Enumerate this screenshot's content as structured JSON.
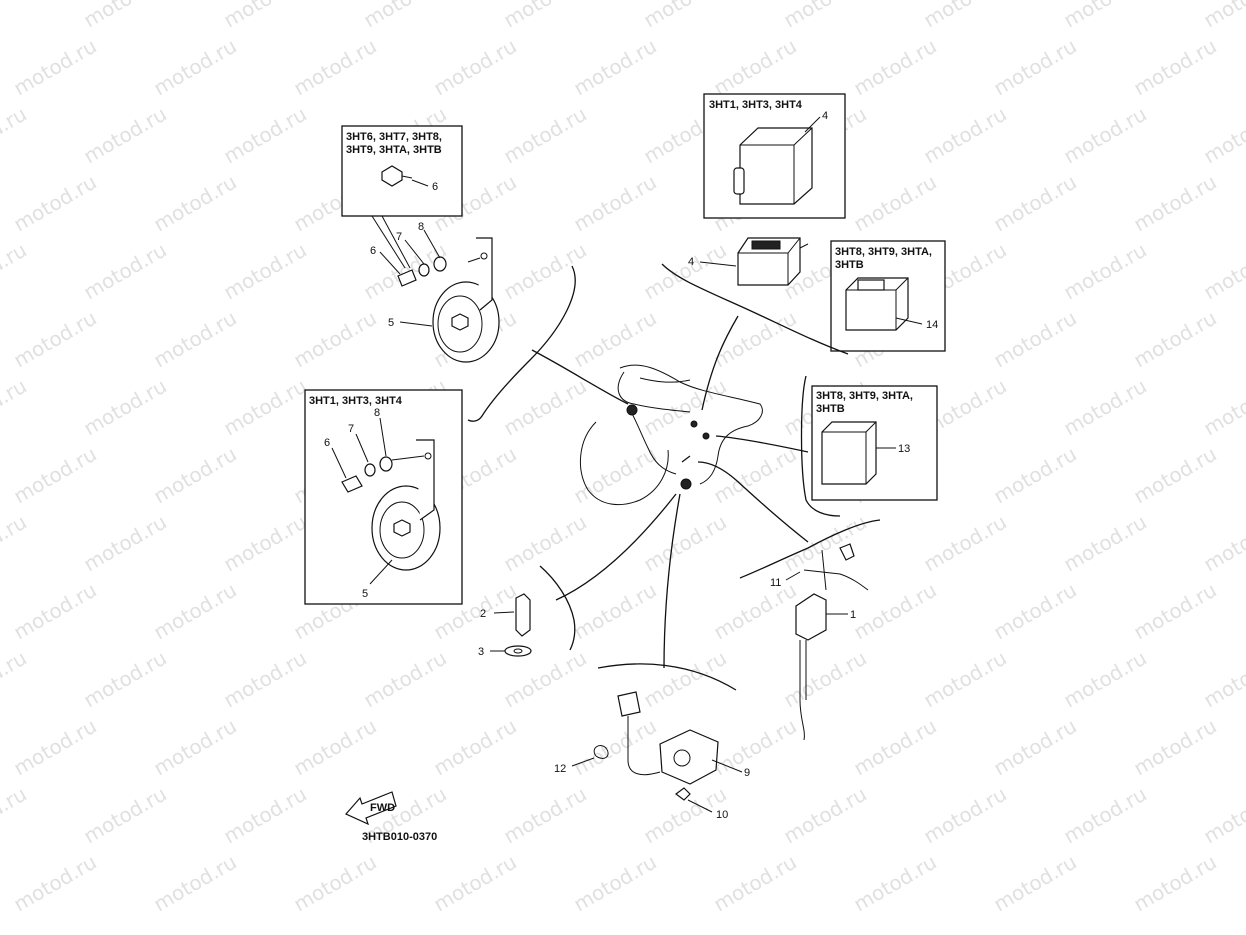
{
  "watermark": "motod.ru",
  "drawing_code": "3HTB010-0370",
  "fwd_arrow_label": "FWD",
  "boxes": {
    "relay_top": "3HT1, 3HT3, 3HT4",
    "horn_bolt_top": [
      "3HT6, 3HT7, 3HT8,",
      "3HT9, 3HTA, 3HTB"
    ],
    "horn_lower": "3HT1, 3HT3, 3HT4",
    "unit14": [
      "3HT8, 3HT9, 3HTA,",
      "3HTB"
    ],
    "unit13": [
      "3HT8, 3HT9, 3HTA,",
      "3HTB"
    ]
  },
  "callouts": {
    "c1": "1",
    "c2": "2",
    "c3": "3",
    "c4a": "4",
    "c4b": "4",
    "c5a": "5",
    "c5b": "5",
    "c6a": "6",
    "c6b": "6",
    "c6c": "6",
    "c7a": "7",
    "c7b": "7",
    "c8a": "8",
    "c8b": "8",
    "c9": "9",
    "c10": "10",
    "c11": "11",
    "c12": "12",
    "c13": "13",
    "c14": "14"
  }
}
